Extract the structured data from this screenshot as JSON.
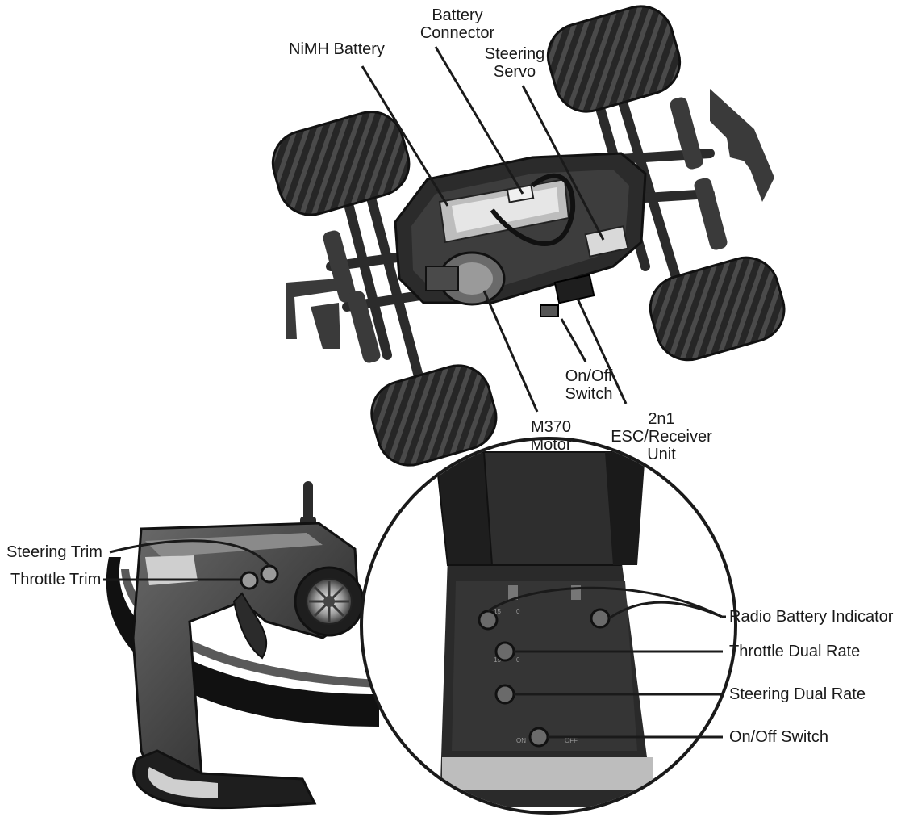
{
  "colors": {
    "ink": "#1a1a1a",
    "dark": "#2b2b2b",
    "mid": "#5a5a5a",
    "light": "#bdbdbd"
  },
  "labels": {
    "nimh_battery": "NiMH Battery",
    "battery_connector": [
      "Battery",
      "Connector"
    ],
    "steering_servo": [
      "Steering",
      "Servo"
    ],
    "onoff_switch_car": [
      "On/Off",
      "Switch"
    ],
    "esc_receiver": [
      "2n1",
      "ESC/Receiver",
      "Unit"
    ],
    "m370_motor": [
      "M370",
      "Motor"
    ],
    "steering_trim": "Steering Trim",
    "throttle_trim": "Throttle Trim",
    "radio_battery_indicator": "Radio Battery Indicator",
    "throttle_dual_rate": "Throttle Dual Rate",
    "steering_dual_rate": "Steering Dual Rate",
    "onoff_switch_radio": "On/Off Switch"
  }
}
